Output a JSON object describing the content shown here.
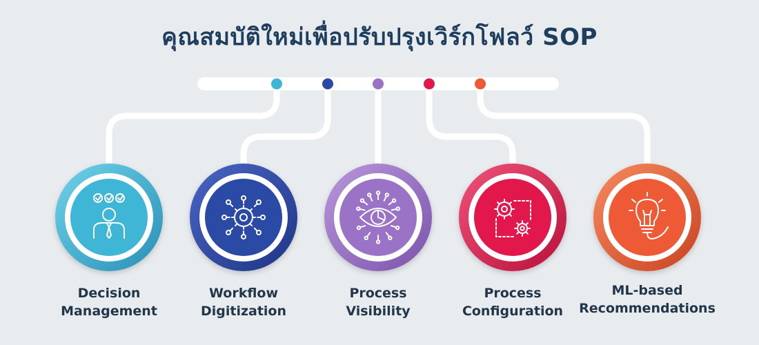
{
  "title": "คุณสมบัติใหม่เพื่อปรับปรุงเวิร์กโฟลว์ SOP",
  "items": [
    {
      "lines": [
        "Decision",
        "Management"
      ],
      "icon": "decision-person-icon",
      "color": "#3fb6d6",
      "dark": "#2a8fb7",
      "light": "#6fd3e8"
    },
    {
      "lines": [
        "Workflow",
        "Digitization"
      ],
      "icon": "digital-gear-network-icon",
      "color": "#2b4aa6",
      "dark": "#1e3585",
      "light": "#4a66c4"
    },
    {
      "lines": [
        "Process",
        "Visibility"
      ],
      "icon": "eye-chart-icon",
      "color": "#9a72c6",
      "dark": "#7b53aa",
      "light": "#b997dc"
    },
    {
      "lines": [
        "Process",
        "Configuration"
      ],
      "icon": "gears-config-icon",
      "color": "#e2184c",
      "dark": "#b8113a",
      "light": "#f0527a"
    },
    {
      "lines": [
        "ML-based",
        "Recommendations"
      ],
      "icon": "lightbulb-icon",
      "color": "#ee5a35",
      "dark": "#c94321",
      "light": "#f78a5e"
    }
  ]
}
